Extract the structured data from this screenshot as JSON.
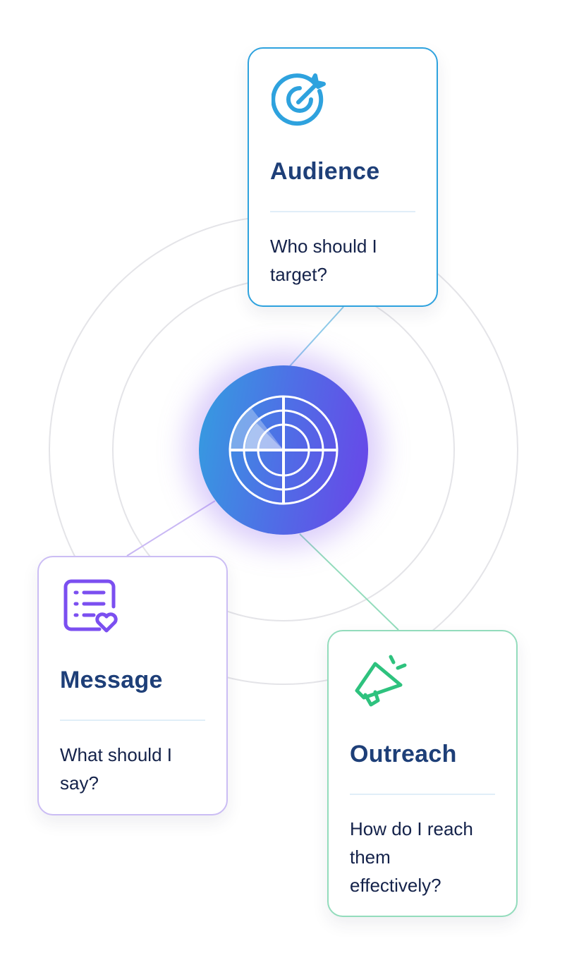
{
  "hub": {
    "icon": "radar-icon"
  },
  "cards": [
    {
      "title": "Audience",
      "question": "Who should I target?",
      "icon": "target-arrow-icon",
      "color": "#2ea2de"
    },
    {
      "title": "Message",
      "question": "What should I say?",
      "icon": "list-heart-icon",
      "color": "#7b4ff0"
    },
    {
      "title": "Outreach",
      "question": "How do I reach them effectively?",
      "icon": "megaphone-icon",
      "color": "#2ec27e"
    }
  ]
}
